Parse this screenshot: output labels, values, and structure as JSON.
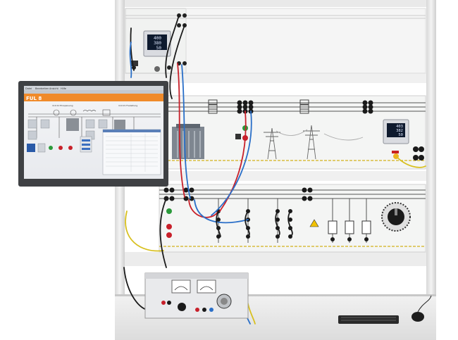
{
  "monitor": {
    "app_title": "FUL 8",
    "menu": [
      "Datei",
      "Bearbeiten",
      "Ansicht",
      "Hilfe"
    ],
    "diagram_label_1": "110 kV Einspeisung",
    "diagram_label_2": "110 kV Freileitung"
  },
  "meters": {
    "top": [
      "400",
      "380",
      "50"
    ],
    "right": [
      "403",
      "382",
      "50"
    ]
  },
  "colors": {
    "monitor_accent": "#f08a2a",
    "wire_red": "#c8202a",
    "wire_blue": "#2a6fc8",
    "wire_black": "#1a1a1a",
    "wire_yellow": "#d8c020",
    "panel_bg": "#eef0ee",
    "frame": "#e4e4e4"
  },
  "icons": [
    "monitor-icon",
    "keyboard-icon",
    "mouse-icon",
    "meter-icon",
    "pylon-icon",
    "transformer-icon",
    "rotary-knob-icon"
  ]
}
